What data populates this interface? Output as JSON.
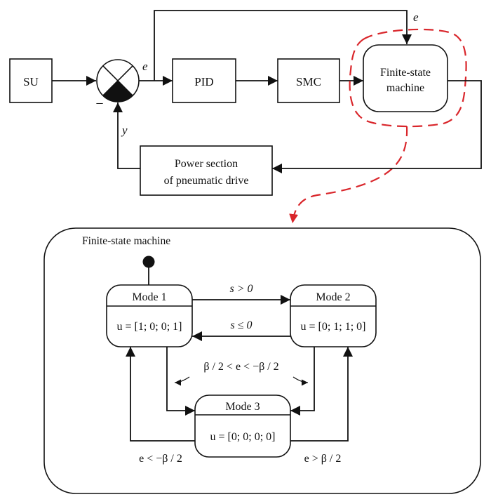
{
  "blocks": {
    "su": "SU",
    "pid": "PID",
    "smc": "SMC",
    "fsm_line1": "Finite-state",
    "fsm_line2": "machine",
    "power_line1": "Power section",
    "power_line2": "of pneumatic drive"
  },
  "signals": {
    "error_top": "e",
    "error_mid": "e",
    "feedback": "y",
    "minus_sign": "−"
  },
  "fsm": {
    "title": "Finite-state machine",
    "mode1": {
      "name": "Mode 1",
      "output": "u = [1; 0; 0; 1]"
    },
    "mode2": {
      "name": "Mode 2",
      "output": "u = [0; 1; 1; 0]"
    },
    "mode3": {
      "name": "Mode 3",
      "output": "u = [0; 0; 0; 0]"
    },
    "transitions": {
      "m1_to_m2": "s > 0",
      "m2_to_m1": "s ≤ 0",
      "to_mode3": "β / 2 < e < −β / 2",
      "m3_to_m1": "e < −β / 2",
      "m3_to_m2": "e > β / 2"
    }
  },
  "colors": {
    "line": "#111111",
    "highlight": "#d9262b"
  }
}
